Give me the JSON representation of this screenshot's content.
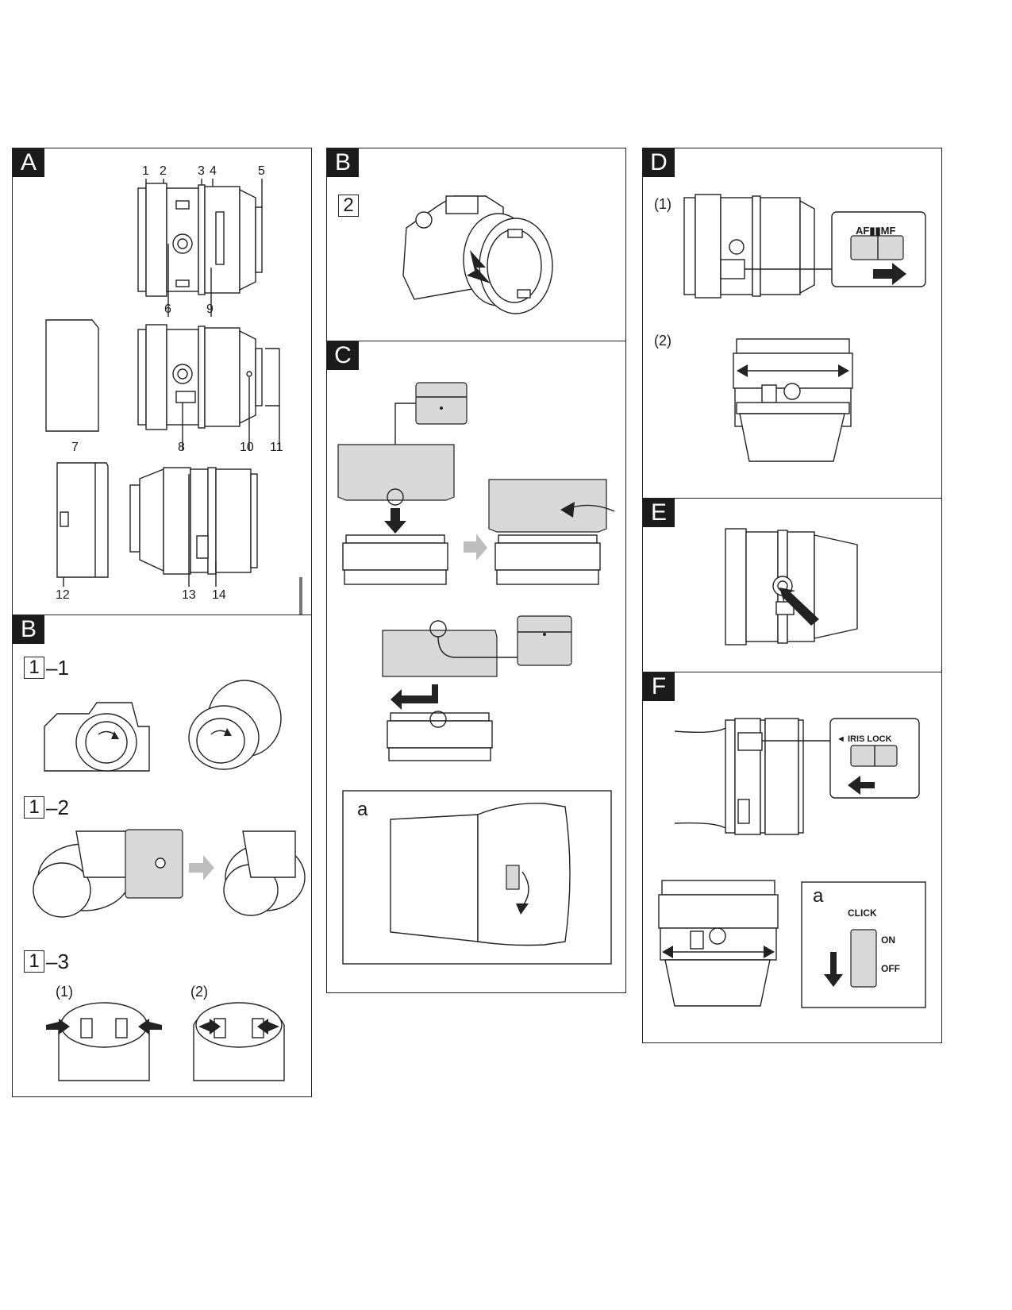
{
  "panels": {
    "A": {
      "tag": "A",
      "callouts": [
        "1",
        "2",
        "3",
        "4",
        "5",
        "6",
        "9",
        "7",
        "8",
        "10",
        "11",
        "12",
        "13",
        "14"
      ]
    },
    "B1": {
      "tag": "B",
      "step": "2"
    },
    "B2": {
      "tag": "B",
      "steps": [
        {
          "num": "1",
          "suffix": "–1"
        },
        {
          "num": "1",
          "suffix": "–2"
        },
        {
          "num": "1",
          "suffix": "–3"
        }
      ],
      "sub": [
        "(1)",
        "(2)"
      ]
    },
    "C": {
      "tag": "C",
      "inset_label": "a"
    },
    "D": {
      "tag": "D",
      "sub": [
        "(1)",
        "(2)"
      ],
      "switch_label": "AF▮▮MF"
    },
    "E": {
      "tag": "E"
    },
    "F": {
      "tag": "F",
      "iris_label": "◄ IRIS  LOCK",
      "inset_label": "a",
      "click_label": "CLICK",
      "on_label": "ON",
      "off_label": "OFF"
    }
  },
  "colors": {
    "ink": "#1b1b1b",
    "arrow_gray": "#bdbdbd"
  }
}
